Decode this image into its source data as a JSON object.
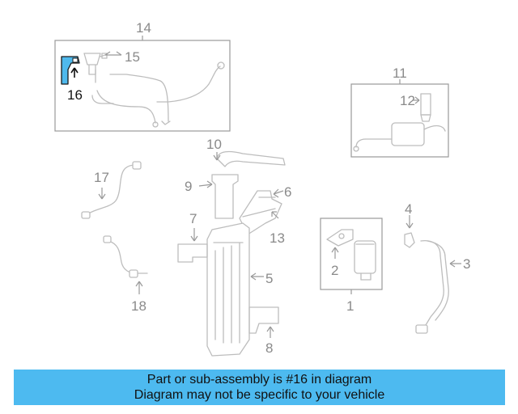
{
  "diagram": {
    "highlight_color": "#4fb9ec",
    "highlighted_part": "16",
    "callouts": {
      "c1": "1",
      "c2": "2",
      "c3": "3",
      "c4": "4",
      "c5": "5",
      "c6": "6",
      "c7": "7",
      "c8": "8",
      "c9": "9",
      "c10": "10",
      "c11": "11",
      "c12": "12",
      "c13": "13",
      "c14": "14",
      "c15": "15",
      "c16": "16",
      "c17": "17",
      "c18": "18"
    }
  },
  "banner": {
    "line1": "Part or sub-assembly is #16 in diagram",
    "line2": "Diagram may not be specific to your vehicle",
    "background": "#4dbaf0"
  }
}
